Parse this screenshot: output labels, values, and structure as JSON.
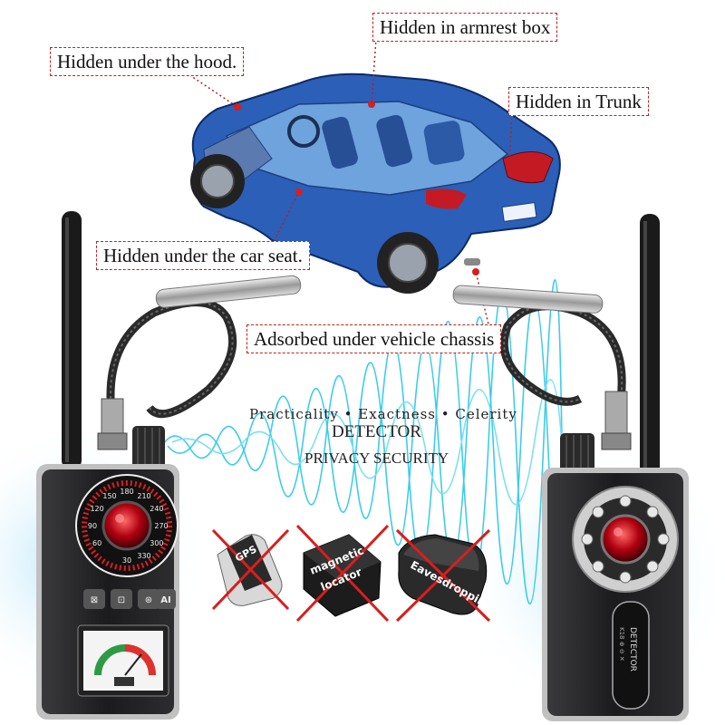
{
  "callouts": {
    "hood": "Hidden under the hood.",
    "armrest": "Hidden in armrest box",
    "trunk": "Hidden in Trunk",
    "seat": "Hidden under the car seat.",
    "chassis": "Adsorbed under vehicle chassis"
  },
  "banner": {
    "tagline": "Practicality • Exactness • Celerity",
    "title": "DETECTOR",
    "subtitle": "PRIVACY SECURITY"
  },
  "gadgets": {
    "gps": "GPS",
    "magnetic_line1": "magnetic",
    "magnetic_line2": "locator",
    "eavesdropping": "Eavesdropping"
  },
  "left_device": {
    "dial_numbers": [
      "60",
      "90",
      "120",
      "150",
      "180",
      "210",
      "240",
      "270",
      "300",
      "330",
      "30"
    ],
    "button_labels": [
      "⊠",
      "⊡",
      "⊛",
      "AI"
    ]
  },
  "right_device": {
    "label": "DETECTOR",
    "sublabel": "K18  ⊕ ⊖ ✕"
  },
  "colors": {
    "callout_border": "#b22222",
    "car_blue": "#2b5fb8",
    "device_body": "#1c1c1e",
    "wave_cyan": "#29c7e6",
    "cross_red": "#d81e1e"
  }
}
